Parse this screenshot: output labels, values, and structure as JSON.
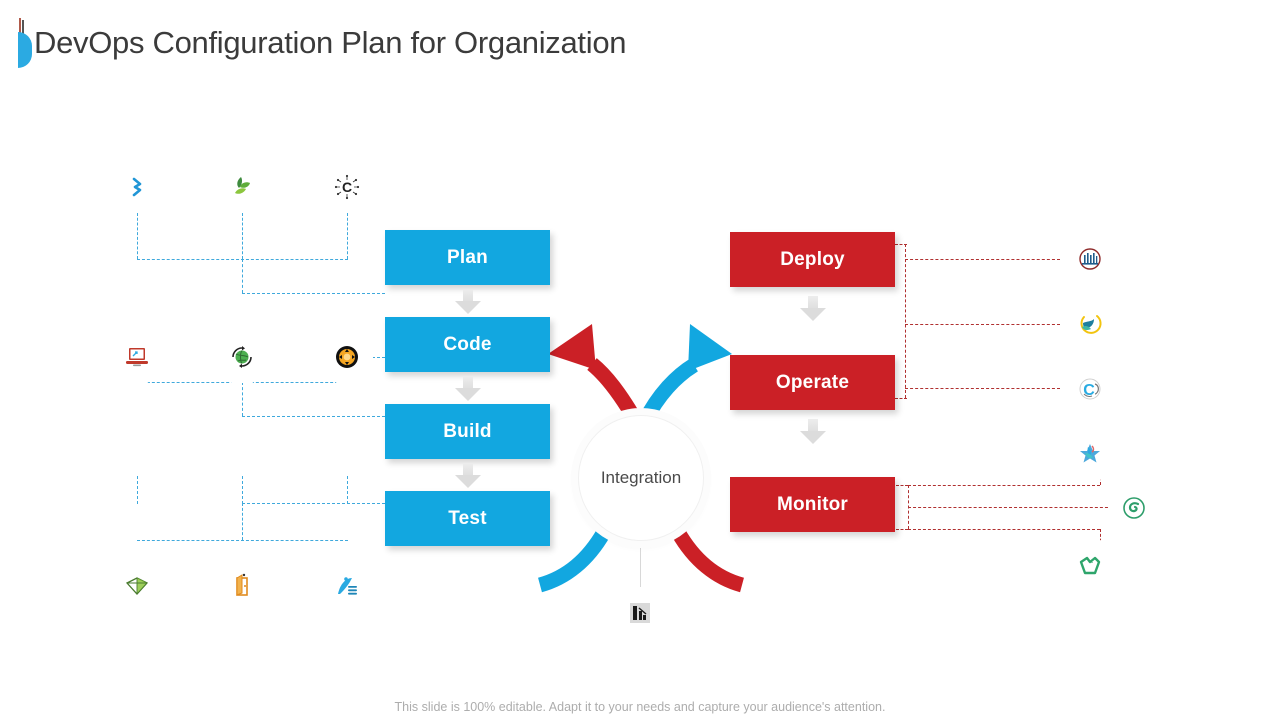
{
  "header": {
    "title": "DevOps Configuration Plan for Organization",
    "logo_name": "company-leaf-logo"
  },
  "hub": {
    "label": "Integration"
  },
  "dev_stages": [
    {
      "label": "Plan",
      "color": "#12A7E0"
    },
    {
      "label": "Code",
      "color": "#12A7E0"
    },
    {
      "label": "Build",
      "color": "#12A7E0"
    },
    {
      "label": "Test",
      "color": "#12A7E0"
    }
  ],
  "ops_stages": [
    {
      "label": "Deploy",
      "color": "#CB2026"
    },
    {
      "label": "Operate",
      "color": "#CB2026"
    },
    {
      "label": "Monitor",
      "color": "#CB2026"
    }
  ],
  "left_tools": [
    {
      "icon": "chevron-bracket-icon",
      "row": "plan"
    },
    {
      "icon": "green-leaves-icon",
      "row": "plan"
    },
    {
      "icon": "c-network-icon",
      "row": "plan"
    },
    {
      "icon": "laptop-code-icon",
      "row": "code"
    },
    {
      "icon": "globe-sync-icon",
      "row": "code"
    },
    {
      "icon": "orange-burst-icon",
      "row": "code"
    },
    {
      "icon": "green-gem-icon",
      "row": "test"
    },
    {
      "icon": "orange-door-icon",
      "row": "test"
    },
    {
      "icon": "blue-feather-icon",
      "row": "test"
    }
  ],
  "right_tools": [
    {
      "icon": "barcode-circle-icon",
      "row": "deploy"
    },
    {
      "icon": "bird-arc-icon",
      "row": "deploy"
    },
    {
      "icon": "blue-c-icon",
      "row": "operate"
    },
    {
      "icon": "star-bird-icon",
      "row": "monitor"
    },
    {
      "icon": "green-swirl-icon",
      "row": "monitor"
    },
    {
      "icon": "green-shell-icon",
      "row": "monitor"
    }
  ],
  "bottom_tool": {
    "icon": "bar-chart-icon"
  },
  "flow_arrows": [
    {
      "name": "hub-to-plan-arrow",
      "color": "#CB2026",
      "direction": "up-left"
    },
    {
      "name": "hub-to-deploy-arrow",
      "color": "#12A7E0",
      "direction": "up-right"
    },
    {
      "name": "test-to-hub-arrow",
      "color": "#12A7E0",
      "direction": "down-left"
    },
    {
      "name": "hub-to-monitor-arrow",
      "color": "#CB2026",
      "direction": "down-right"
    }
  ],
  "colors": {
    "dev_blue": "#12A7E0",
    "ops_red": "#CB2026",
    "dash_blue": "#3FA9DC",
    "dash_red": "#B03030",
    "title_gray": "#3b3b3b"
  },
  "footer": {
    "note": "This slide is 100% editable. Adapt it to your needs and capture your audience's attention."
  }
}
